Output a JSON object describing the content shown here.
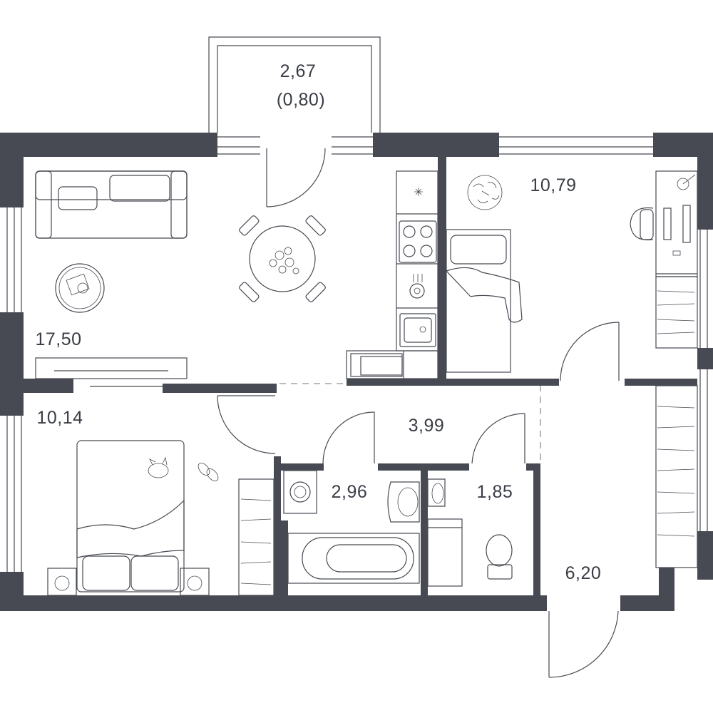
{
  "colors": {
    "wall": "#474a52",
    "line": "#474a52",
    "text": "#3a3d45",
    "background": "#ffffff"
  },
  "rooms": {
    "balcony": {
      "area": "2,67",
      "area_reduced": "(0,80)"
    },
    "living_kitchen": {
      "area": "17,50"
    },
    "bedroom_small": {
      "area": "10,79"
    },
    "bedroom": {
      "area": "10,14"
    },
    "corridor": {
      "area": "3,99"
    },
    "bathroom": {
      "area": "2,96"
    },
    "toilet": {
      "area": "1,85"
    },
    "hall": {
      "area": "6,20"
    }
  },
  "icons": [
    "sofa-icon",
    "round-rug-icon",
    "dining-table-icon",
    "stove-icon",
    "oven-icon",
    "sink-icon",
    "microwave-icon",
    "tv-icon",
    "plant-icon",
    "single-bed-icon",
    "desk-icon",
    "office-chair-icon",
    "computer-icon",
    "wardrobe-icon",
    "double-bed-icon",
    "cat-icon",
    "slippers-icon",
    "nightstand-icon",
    "washing-machine-icon",
    "washbasin-icon",
    "bathtub-icon",
    "toilet-icon"
  ]
}
